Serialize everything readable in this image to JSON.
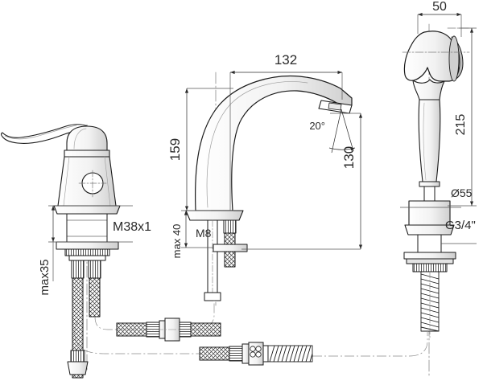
{
  "drawing": {
    "title": "Faucet technical drawing",
    "type": "engineering-dimension-drawing",
    "background_color": "#ffffff",
    "line_color": "#1a1a1a",
    "thin_line_color": "#555555",
    "centerline_color": "#6d6d6d",
    "text_color": "#2b2b2b"
  },
  "dimensions": {
    "handle_thread": "M38x1",
    "handle_max_depth": "max35",
    "spout_reach": "132",
    "spout_height": "159",
    "spout_outlet_height": "130",
    "spout_outlet_angle": "20°",
    "spout_max_depth": "max 40",
    "spout_thread": "M8",
    "shower_head_width": "50",
    "shower_length": "215",
    "shower_base_diameter": "Ø55",
    "shower_connection": "G3/4\""
  },
  "views": [
    {
      "id": "handle-view",
      "name": "Mixer handle / cartridge assembly"
    },
    {
      "id": "spout-view",
      "name": "Swan-neck spout assembly"
    },
    {
      "id": "shower-view",
      "name": "Hand shower / side spray assembly"
    },
    {
      "id": "hoses-view",
      "name": "Flexible supply hoses and couplings"
    }
  ]
}
